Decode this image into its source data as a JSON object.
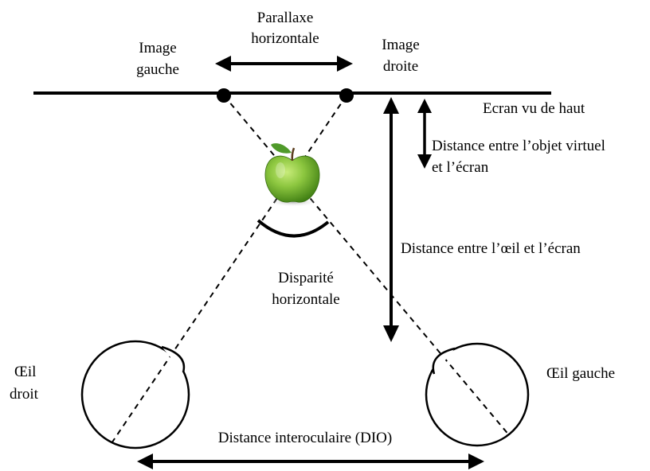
{
  "labels": {
    "parallax_line1": "Parallaxe",
    "parallax_line2": "horizontale",
    "image_left_line1": "Image",
    "image_left_line2": "gauche",
    "image_right_line1": "Image",
    "image_right_line2": "droite",
    "screen": "Ecran vu de haut",
    "object_distance_line1": "Distance entre l’objet virtuel",
    "object_distance_line2": "et l’écran",
    "eye_screen_distance": "Distance entre l’œil et l’écran",
    "disparity_line1": "Disparité",
    "disparity_line2": "horizontale",
    "right_eye_line1": "Œil",
    "right_eye_line2": "droit",
    "left_eye": "Œil gauche",
    "interocular": "Distance interoculaire (DIO)"
  },
  "colors": {
    "line": "#000000",
    "apple_light": "#9fd24a",
    "apple_dark": "#3e7d12",
    "leaf": "#4f9a2a",
    "stem": "#5a3d1e"
  },
  "icons": {
    "object": "green-apple-icon"
  }
}
